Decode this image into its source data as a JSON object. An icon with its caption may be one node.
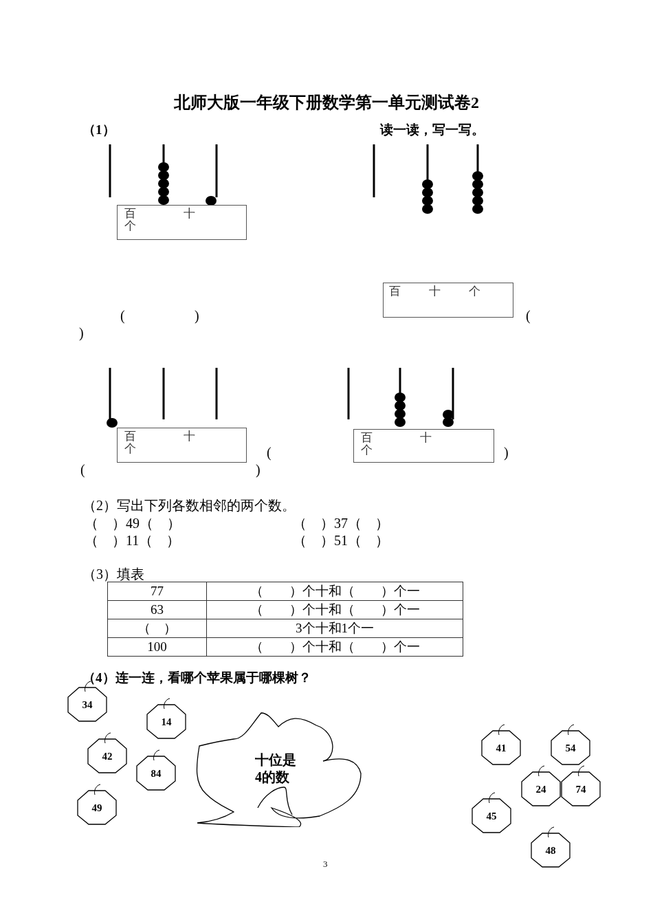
{
  "diagram": {
    "title": "北师大版一年级下册数学第一单元测试卷2",
    "nodes": [
      {
        "text": [
          "百",
          "十",
          "个"
        ]
      },
      {
        "text": [
          "百",
          "十",
          "个"
        ]
      },
      {
        "text": [
          "百",
          "十",
          "个"
        ]
      },
      {
        "text": [
          "百",
          "十",
          "个"
        ]
      },
      {
        "text": [
          "34"
        ]
      },
      {
        "text": [
          "14"
        ]
      },
      {
        "text": [
          "42"
        ]
      },
      {
        "text": [
          "84"
        ]
      },
      {
        "text": [
          "49"
        ]
      },
      {
        "text": [
          "十位是4的数"
        ]
      },
      {
        "text": [
          "41"
        ]
      },
      {
        "text": [
          "54"
        ]
      },
      {
        "text": [
          "24"
        ]
      },
      {
        "text": [
          "74"
        ]
      },
      {
        "text": [
          "45"
        ]
      },
      {
        "text": [
          "48"
        ]
      }
    ],
    "labels": [
      "（1）",
      "读一读，写一写。",
      "(",
      ")",
      "(",
      ")",
      "(",
      ")",
      "(",
      ")",
      "（2）写出下列各数相邻的两个数。",
      "（　）49（　）",
      "（　）37（　）",
      "（　）11（　）",
      "（　）51（　）",
      "（3）填表",
      "77",
      "（　　）个十和（　　）个一",
      "63",
      "（　　）个十和（　　）个一",
      "（　）",
      "3个十和1个一",
      "100",
      "（　　）个十和（　　）个一",
      "（4）连一连，看哪个苹果属于哪棵树？",
      "3"
    ]
  }
}
